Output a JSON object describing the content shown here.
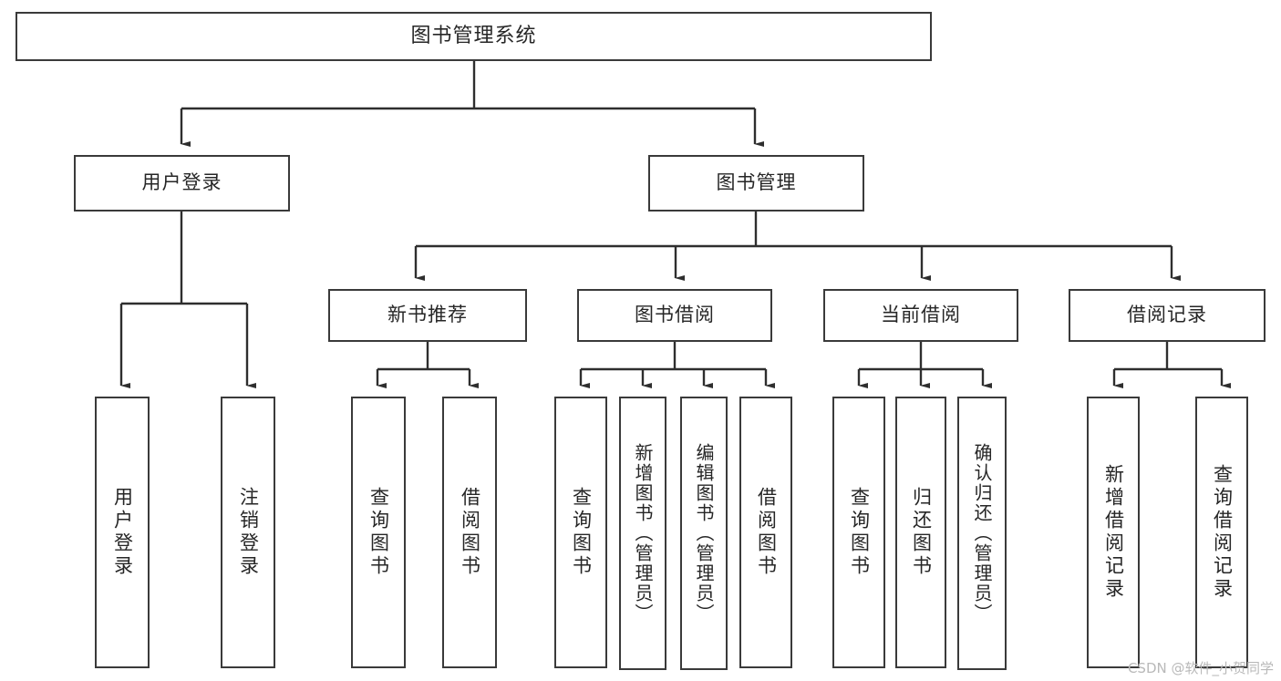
{
  "diagram": {
    "title": "图书管理系统",
    "watermark": "CSDN @软件_小贺同学",
    "type": "tree-hierarchy-diagram",
    "line_color": "#3a3a3a",
    "text_color": "#262626",
    "background": "#ffffff",
    "nodes": {
      "root": "图书管理系统",
      "l2": {
        "user_login": "用户登录",
        "book_manage": "图书管理"
      },
      "l3": {
        "new_book_rec": "新书推荐",
        "book_borrow": "图书借阅",
        "current_borrow": "当前借阅",
        "borrow_record": "借阅记录"
      },
      "leaves": {
        "user_login_1": "用户登录",
        "user_login_2": "注销登录",
        "new_book_1": "查询图书",
        "new_book_2": "借阅图书",
        "borrow_1": "查询图书",
        "borrow_2": "新增图书（管理员）",
        "borrow_3": "编辑图书（管理员）",
        "borrow_4": "借阅图书",
        "current_1": "查询图书",
        "current_2": "归还图书",
        "current_3": "确认归还（管理员）",
        "record_1": "新增借阅记录",
        "record_2": "查询借阅记录"
      }
    }
  }
}
